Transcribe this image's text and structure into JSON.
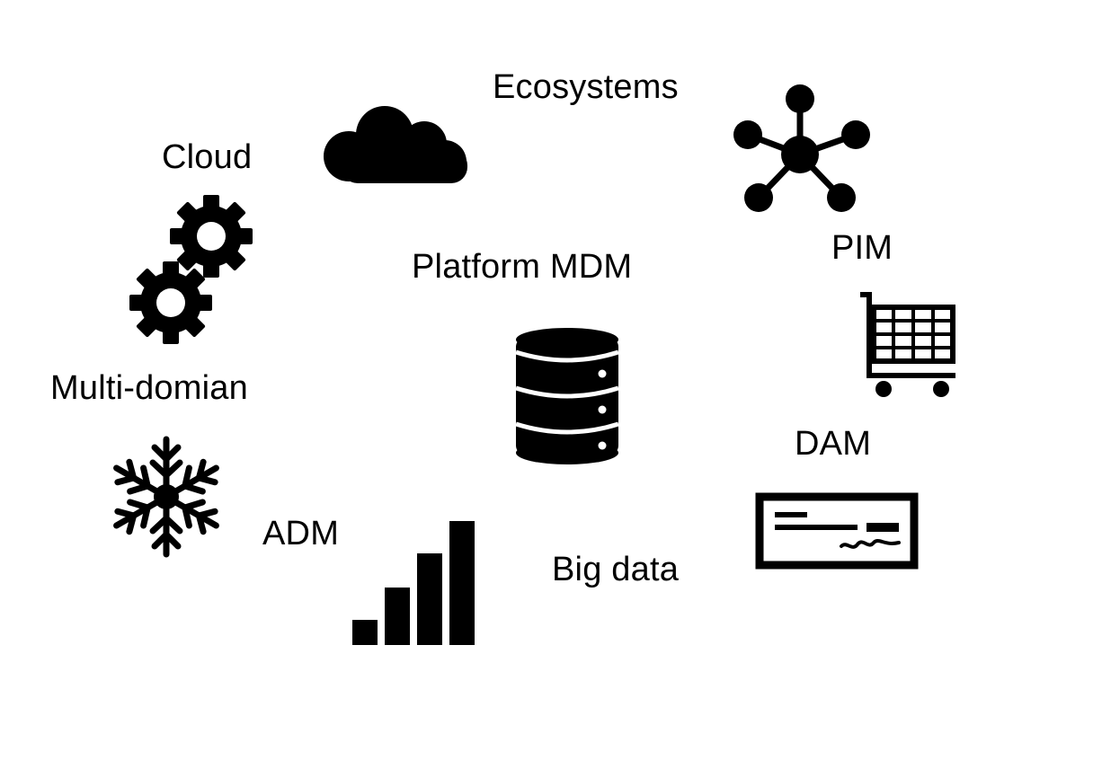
{
  "diagram": {
    "ink_color": "#000000",
    "background_color": "#ffffff",
    "center": {
      "label": "Platform MDM",
      "icon": "database-icon"
    },
    "items": [
      {
        "key": "ecosystems",
        "label": "Ecosystems",
        "icon": "network-hub-icon"
      },
      {
        "key": "cloud",
        "label": "Cloud",
        "icon": "cloud-icon"
      },
      {
        "key": "pim",
        "label": "PIM",
        "icon": "shopping-cart-icon"
      },
      {
        "key": "multi_domain",
        "label": "Multi-domian",
        "icon": "gears-icon"
      },
      {
        "key": "dam",
        "label": "DAM",
        "icon": "check-document-icon"
      },
      {
        "key": "adm",
        "label": "ADM",
        "icon": "snowflake-icon"
      },
      {
        "key": "big_data",
        "label": "Big data",
        "icon": "bar-chart-icon"
      }
    ]
  }
}
